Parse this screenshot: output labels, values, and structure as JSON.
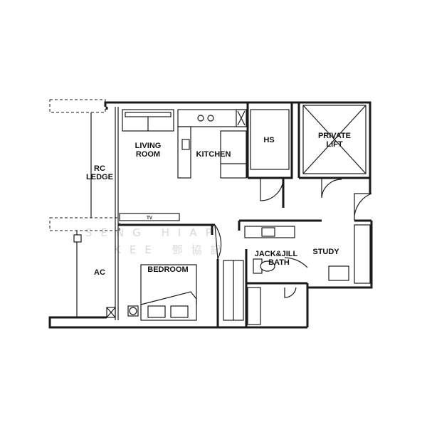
{
  "rooms": {
    "living_room": [
      "LIVING",
      "ROOM"
    ],
    "kitchen": "KITCHEN",
    "hs": "HS",
    "private_lift": [
      "PRIVATE",
      "LIFT"
    ],
    "rc_ledge": [
      "RC",
      "LEDGE"
    ],
    "bedroom": "BEDROOM",
    "jack_jill_bath": [
      "JACK&JILL",
      "BATH"
    ],
    "study": "STUDY",
    "ac": "AC"
  },
  "tv_label": "TV",
  "watermark": {
    "line1": "SENG HIAP",
    "line2": "KEE 鄧協記"
  }
}
